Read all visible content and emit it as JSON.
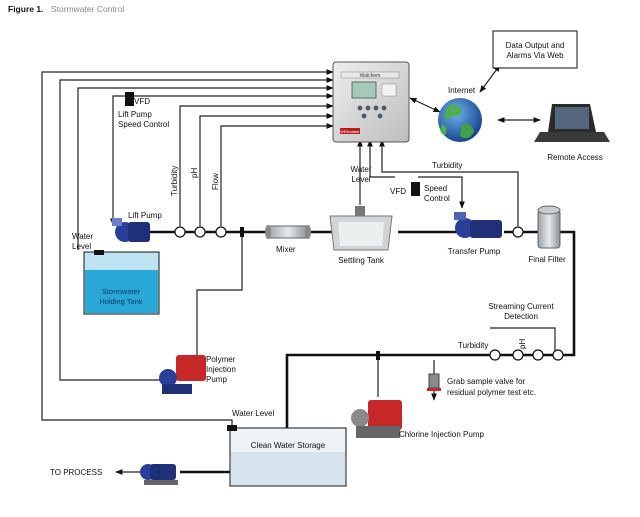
{
  "figure": {
    "number": "Figure 1.",
    "title": "Stormwater Control"
  },
  "labels": {
    "vfd_top": "VFD",
    "lift_pump_speed_control_1": "Lift Pump",
    "lift_pump_speed_control_2": "Speed Control",
    "turbidity_top": "Turbidity",
    "ph_top": "pH",
    "flow": "Flow",
    "water_level_left_1": "Water",
    "water_level_left_2": "Level",
    "lift_pump": "Lift Pump",
    "mixer": "Mixer",
    "water_level_center_1": "Water",
    "water_level_center_2": "Level",
    "vfd_mid": "VFD",
    "speed_control_1": "Speed",
    "speed_control_2": "Control",
    "turbidity_mid": "Turbidity",
    "settling_tank": "Settling Tank",
    "transfer_pump": "Transfer Pump",
    "final_filter": "Final Filter",
    "internet": "Internet",
    "data_output_1": "Data Output and",
    "data_output_2": "Alarms Via Web",
    "remote_access": "Remote Access",
    "holding_tank_1": "Stormwater",
    "holding_tank_2": "Holding Tank",
    "streaming_current_1": "Streaming Current",
    "streaming_current_2": "Detection",
    "turbidity_bottom": "Turbidity",
    "ph_bottom": "pH",
    "polymer_pump_1": "Polymer",
    "polymer_pump_2": "Injection",
    "polymer_pump_3": "Pump",
    "grab_sample_1": "Grab sample valve for",
    "grab_sample_2": "residual polymer test etc.",
    "water_level_bottom": "Water Level",
    "clean_water_storage": "Clean Water Storage",
    "chlorine_pump": "Chlorine Injection Pump",
    "to_process": "TO PROCESS"
  },
  "controller": {
    "brand": "Walchem",
    "model_badge": "WEBmaster"
  },
  "colors": {
    "holding_tank_water": "#29a8d8",
    "clean_tank_water": "#d7e3ec",
    "pump_red": "#c62828",
    "pump_blue": "#2a3f9a",
    "controller_body": "#d9d9d9",
    "globe_ocean": "#1e66b5",
    "globe_land": "#3f9b3a"
  },
  "icons": [
    "controller-icon",
    "globe-icon",
    "laptop-icon",
    "lift-pump-icon",
    "mixer-icon",
    "settling-tank-icon",
    "transfer-pump-icon",
    "final-filter-icon",
    "polymer-pump-icon",
    "chlorine-pump-icon",
    "process-pump-icon",
    "grab-sample-valve-icon"
  ]
}
